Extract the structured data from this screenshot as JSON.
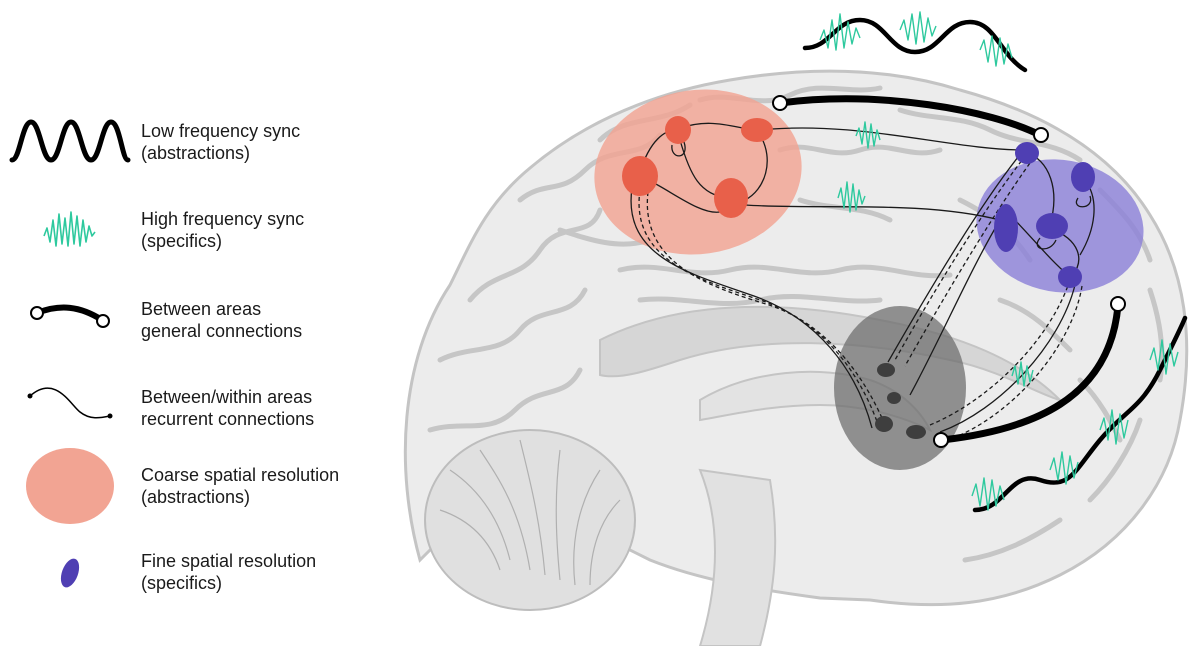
{
  "legend": [
    {
      "key": "low-frequency-sync",
      "icon": "black-sine-wave-icon",
      "line1": "Low frequency sync",
      "line2": "(abstractions)"
    },
    {
      "key": "high-frequency-sync",
      "icon": "green-fast-wave-icon",
      "line1": "High frequency sync",
      "line2": "(specifics)"
    },
    {
      "key": "between-areas-general",
      "icon": "thick-connection-icon",
      "line1": "Between areas",
      "line2": "general connections"
    },
    {
      "key": "recurrent-connections",
      "icon": "thin-connection-icon",
      "line1": "Between/within areas",
      "line2": "recurrent connections"
    },
    {
      "key": "coarse-spatial",
      "icon": "salmon-ellipse-icon",
      "line1": "Coarse spatial resolution",
      "line2": "(abstractions)"
    },
    {
      "key": "fine-spatial",
      "icon": "purple-ellipse-icon",
      "line1": "Fine spatial resolution",
      "line2": "(specifics)"
    }
  ],
  "colors": {
    "low_sync": "#000000",
    "high_sync": "#2ec99e",
    "coarse_region": "#f2a493",
    "fine_region": "#5b4fb8",
    "frontal_node": "#e8604a",
    "parietal_node": "#4f3fb3",
    "thalamus_node": "#555555",
    "brain_fill": "#ececec",
    "brain_stroke": "#c4c4c4"
  }
}
